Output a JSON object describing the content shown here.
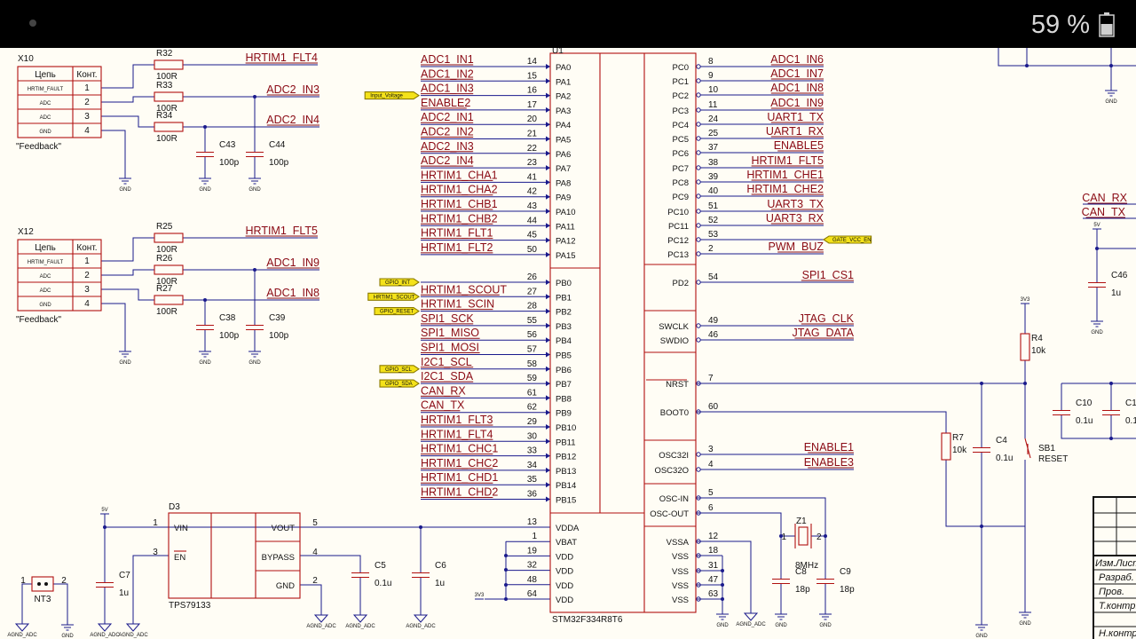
{
  "status": {
    "battery": "59 %"
  },
  "x10": {
    "ref": "X10",
    "caption": "\"Feedback\"",
    "head_name": "Цепь",
    "head_pin": "Конт.",
    "rows": [
      {
        "name": "HRTIM_FAULT",
        "pin": "1"
      },
      {
        "name": "ADC",
        "pin": "2"
      },
      {
        "name": "ADC",
        "pin": "3"
      },
      {
        "name": "GND",
        "pin": "4"
      }
    ],
    "resistors": [
      {
        "ref": "R32",
        "val": "100R",
        "net": "HRTIM1_FLT4"
      },
      {
        "ref": "R33",
        "val": "100R",
        "net": "ADC2_IN3"
      },
      {
        "ref": "R34",
        "val": "100R",
        "net": "ADC2_IN4"
      }
    ],
    "caps": [
      {
        "ref": "C43",
        "val": "100p"
      },
      {
        "ref": "C44",
        "val": "100p"
      }
    ]
  },
  "x12": {
    "ref": "X12",
    "caption": "\"Feedback\"",
    "head_name": "Цепь",
    "head_pin": "Конт.",
    "rows": [
      {
        "name": "HRTIM_FAULT",
        "pin": "1"
      },
      {
        "name": "ADC",
        "pin": "2"
      },
      {
        "name": "ADC",
        "pin": "3"
      },
      {
        "name": "GND",
        "pin": "4"
      }
    ],
    "resistors": [
      {
        "ref": "R25",
        "val": "100R",
        "net": "HRTIM1_FLT5"
      },
      {
        "ref": "R26",
        "val": "100R",
        "net": "ADC1_IN9"
      },
      {
        "ref": "R27",
        "val": "100R",
        "net": "ADC1_IN8"
      }
    ],
    "caps": [
      {
        "ref": "C38",
        "val": "100p"
      },
      {
        "ref": "C39",
        "val": "100p"
      }
    ]
  },
  "gnd": "GND",
  "agnd": "AGND_ADC",
  "u1": {
    "ref": "U1",
    "part": "STM32F334R8T6",
    "left": [
      {
        "net": "ADC1_IN1",
        "num": "14",
        "pin": "PA0"
      },
      {
        "net": "ADC1_IN2",
        "num": "15",
        "pin": "PA1"
      },
      {
        "net": "ADC1_IN3",
        "num": "16",
        "pin": "PA2",
        "flag": "Input_Voltage"
      },
      {
        "net": "ENABLE2",
        "num": "17",
        "pin": "PA3"
      },
      {
        "net": "ADC2_IN1",
        "num": "20",
        "pin": "PA4"
      },
      {
        "net": "ADC2_IN2",
        "num": "21",
        "pin": "PA5"
      },
      {
        "net": "ADC2_IN3",
        "num": "22",
        "pin": "PA6"
      },
      {
        "net": "ADC2_IN4",
        "num": "23",
        "pin": "PA7"
      },
      {
        "net": "HRTIM1_CHA1",
        "num": "41",
        "pin": "PA8"
      },
      {
        "net": "HRTIM1_CHA2",
        "num": "42",
        "pin": "PA9"
      },
      {
        "net": "HRTIM1_CHB1",
        "num": "43",
        "pin": "PA10"
      },
      {
        "net": "HRTIM1_CHB2",
        "num": "44",
        "pin": "PA11"
      },
      {
        "net": "HRTIM1_FLT1",
        "num": "45",
        "pin": "PA12"
      },
      {
        "net": "HRTIM1_FLT2",
        "num": "50",
        "pin": "PA15"
      },
      {
        "net": "",
        "num": "26",
        "pin": "PB0",
        "flag": "GPIO_INT"
      },
      {
        "net": "HRTIM1_SCOUT",
        "num": "27",
        "pin": "PB1",
        "flag": "HRTIM1_SCOUT"
      },
      {
        "net": "HRTIM1_SCIN",
        "num": "28",
        "pin": "PB2",
        "flag": "GPIO_RESET"
      },
      {
        "net": "SPI1_SCK",
        "num": "55",
        "pin": "PB3"
      },
      {
        "net": "SPI1_MISO",
        "num": "56",
        "pin": "PB4"
      },
      {
        "net": "SPI1_MOSI",
        "num": "57",
        "pin": "PB5"
      },
      {
        "net": "I2C1_SCL",
        "num": "58",
        "pin": "PB6",
        "flag": "GPIO_SCL"
      },
      {
        "net": "I2C1_SDA",
        "num": "59",
        "pin": "PB7",
        "flag": "GPIO_SDA"
      },
      {
        "net": "CAN_RX",
        "num": "61",
        "pin": "PB8"
      },
      {
        "net": "CAN_TX",
        "num": "62",
        "pin": "PB9"
      },
      {
        "net": "HRTIM1_FLT3",
        "num": "29",
        "pin": "PB10"
      },
      {
        "net": "HRTIM1_FLT4",
        "num": "30",
        "pin": "PB11"
      },
      {
        "net": "HRTIM1_CHC1",
        "num": "33",
        "pin": "PB12"
      },
      {
        "net": "HRTIM1_CHC2",
        "num": "34",
        "pin": "PB13"
      },
      {
        "net": "HRTIM1_CHD1",
        "num": "35",
        "pin": "PB14"
      },
      {
        "net": "HRTIM1_CHD2",
        "num": "36",
        "pin": "PB15"
      }
    ],
    "power_left": [
      {
        "num": "13",
        "pin": "VDDA"
      },
      {
        "num": "1",
        "pin": "VBAT"
      },
      {
        "num": "19",
        "pin": "VDD"
      },
      {
        "num": "32",
        "pin": "VDD"
      },
      {
        "num": "48",
        "pin": "VDD"
      },
      {
        "num": "64",
        "pin": "VDD"
      }
    ],
    "right": [
      {
        "net": "ADC1_IN6",
        "num": "8",
        "pin": "PC0"
      },
      {
        "net": "ADC1_IN7",
        "num": "9",
        "pin": "PC1"
      },
      {
        "net": "ADC1_IN8",
        "num": "10",
        "pin": "PC2"
      },
      {
        "net": "ADC1_IN9",
        "num": "11",
        "pin": "PC3"
      },
      {
        "net": "UART1_TX",
        "num": "24",
        "pin": "PC4"
      },
      {
        "net": "UART1_RX",
        "num": "25",
        "pin": "PC5"
      },
      {
        "net": "ENABLE5",
        "num": "37",
        "pin": "PC6"
      },
      {
        "net": "HRTIM1_FLT5",
        "num": "38",
        "pin": "PC7"
      },
      {
        "net": "HRTIM1_CHE1",
        "num": "39",
        "pin": "PC8"
      },
      {
        "net": "HRTIM1_CHE2",
        "num": "40",
        "pin": "PC9"
      },
      {
        "net": "UART3_TX",
        "num": "51",
        "pin": "PC10"
      },
      {
        "net": "UART3_RX",
        "num": "52",
        "pin": "PC11"
      },
      {
        "net": "",
        "num": "53",
        "pin": "PC12",
        "flag": "GATE_VCC_EN"
      },
      {
        "net": "PWM_BUZ",
        "num": "2",
        "pin": "PC13"
      },
      {
        "net": "SPI1_CS1",
        "num": "54",
        "pin": "PD2"
      },
      {
        "net": "JTAG_CLK",
        "num": "49",
        "pin": "SWCLK"
      },
      {
        "net": "JTAG_DATA",
        "num": "46",
        "pin": "SWDIO"
      },
      {
        "net": "",
        "num": "7",
        "pin": "NRST"
      },
      {
        "net": "",
        "num": "60",
        "pin": "BOOT0"
      },
      {
        "net": "ENABLE1",
        "num": "3",
        "pin": "OSC32I"
      },
      {
        "net": "ENABLE3",
        "num": "4",
        "pin": "OSC32O"
      },
      {
        "net": "",
        "num": "5",
        "pin": "OSC-IN"
      },
      {
        "net": "",
        "num": "6",
        "pin": "OSC-OUT"
      },
      {
        "net": "",
        "num": "12",
        "pin": "VSSA"
      },
      {
        "net": "",
        "num": "18",
        "pin": "VSS"
      },
      {
        "net": "",
        "num": "31",
        "pin": "VSS"
      },
      {
        "net": "",
        "num": "47",
        "pin": "VSS"
      },
      {
        "net": "",
        "num": "63",
        "pin": "VSS"
      }
    ]
  },
  "d3": {
    "ref": "D3",
    "part": "TPS79133",
    "vin": "VIN",
    "en": "EN",
    "vout": "VOUT",
    "bypass": "BYPASS",
    "gnd": "GND",
    "p_vin": "1",
    "p_en": "3",
    "p_vout": "5",
    "p_bypass": "4",
    "p_gnd": "2"
  },
  "c7": {
    "ref": "C7",
    "val": "1u"
  },
  "c5": {
    "ref": "C5",
    "val": "0.1u"
  },
  "c6": {
    "ref": "C6",
    "val": "1u"
  },
  "nt3": {
    "ref": "NT3",
    "p1": "1",
    "p2": "2"
  },
  "v5": "5V",
  "v3": "3V3",
  "osc": {
    "z1_ref": "Z1",
    "z1_val": "8MHz",
    "p1": "1",
    "p2": "2",
    "c8_ref": "C8",
    "c8_val": "18p",
    "c9_ref": "C9",
    "c9_val": "18p"
  },
  "reset": {
    "r4_ref": "R4",
    "r4_val": "10k",
    "r7_ref": "R7",
    "r7_val": "10k",
    "c4_ref": "C4",
    "c4_val": "0.1u",
    "sb1_ref": "SB1",
    "sb1_val": "RESET"
  },
  "right_side": {
    "can_rx": "CAN_RX",
    "can_tx": "CAN_TX",
    "c46_ref": "C46",
    "c46_val": "1u",
    "c10_ref": "C10",
    "c10_val": "0.1u",
    "c1_ref": "C1",
    "c1_val": "0.1"
  },
  "title_block": {
    "rows": [
      "Изм.",
      "Лист",
      "Разраб.",
      "Пров.",
      "Т.контр.",
      "Н.контр."
    ]
  }
}
